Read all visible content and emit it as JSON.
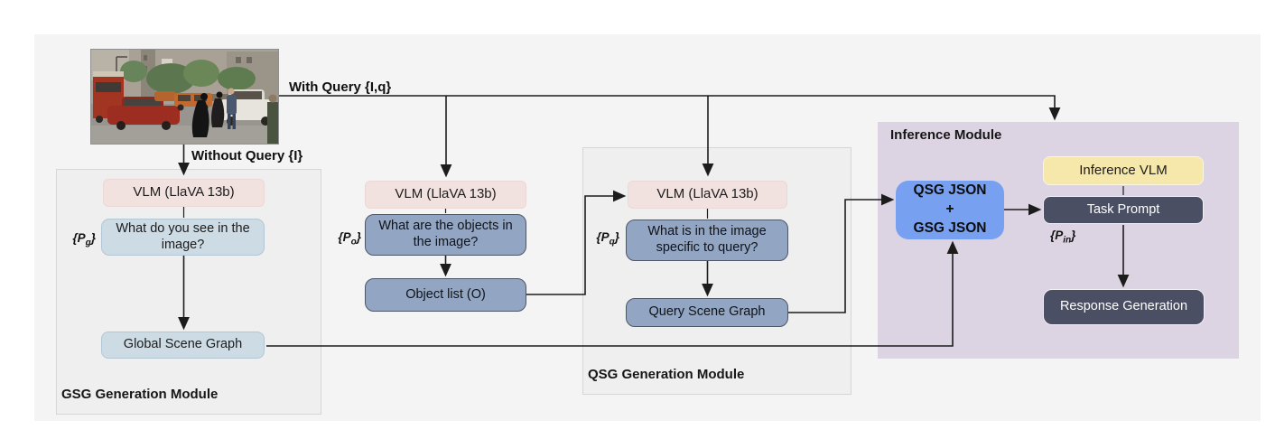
{
  "palette": {
    "canvas_bg": "#ffffff",
    "outer_panel_bg": "#f5f4f4",
    "module_bg": "#f0efef",
    "module_border": "#d8d6d5",
    "vlm_pink": "#f2e2df",
    "light_blue": "#ccdbe4",
    "steel_blue": "#92a5c3",
    "steel_blue_border": "#4e5668",
    "json_blue": "#77a1f0",
    "inference_bg": "#dcd4e2",
    "inference_vlm_yellow": "#f6e7aa",
    "dark_slate": "#4b4f64",
    "arrow": "#1c1c1c"
  },
  "icons": {
    "input_photo": "street-scene-photo"
  },
  "edge_labels": {
    "with_query": "With Query {I,q}",
    "without_query": "Without Query {I}"
  },
  "tags": {
    "pg": {
      "pre": "{P",
      "sub": "g",
      "post": "}"
    },
    "po": {
      "pre": "{P",
      "sub": "o",
      "post": "}"
    },
    "pq": {
      "pre": "{P",
      "sub": "q",
      "post": "}"
    },
    "pin": {
      "pre": "{P",
      "sub": "in",
      "post": "}"
    }
  },
  "gsg_module": {
    "title": "GSG Generation Module",
    "vlm_label": "VLM (LlaVA 13b)",
    "prompt": "What do you see in the image?",
    "output": "Global Scene Graph"
  },
  "object_branch": {
    "vlm_label": "VLM (LlaVA 13b)",
    "prompt": "What are the objects in the image?",
    "output": "Object list (O)"
  },
  "qsg_module": {
    "title": "QSG Generation Module",
    "vlm_label": "VLM (LlaVA 13b)",
    "prompt": "What is in the image specific to query?",
    "output": "Query Scene Graph"
  },
  "inference_module": {
    "title": "Inference Module",
    "json_box": {
      "line1": "QSG JSON",
      "plus": "+",
      "line2": "GSG JSON"
    },
    "vlm_label": "Inference VLM",
    "task_prompt": "Task Prompt",
    "response": "Response Generation"
  }
}
